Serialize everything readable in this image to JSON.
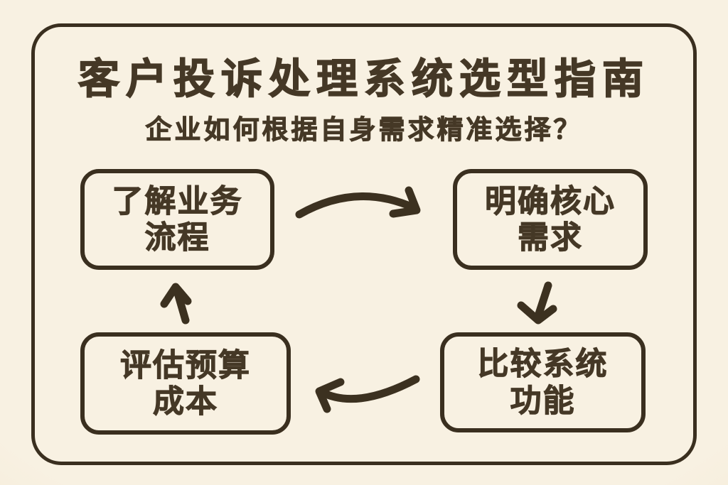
{
  "page": {
    "background_color": "#f6eedd",
    "ink_color": "#3c3120"
  },
  "header": {
    "title": "客户投诉处理系统选型指南",
    "subtitle": "企业如何根据自身需求精准选择？"
  },
  "flow": {
    "type": "cycle",
    "steps": [
      {
        "id": "understand-business-process",
        "line1": "了解业务",
        "line2": "流程"
      },
      {
        "id": "clarify-core-requirements",
        "line1": "明确核心",
        "line2": "需求"
      },
      {
        "id": "compare-system-features",
        "line1": "比较系统",
        "line2": "功能"
      },
      {
        "id": "evaluate-budget-cost",
        "line1": "评估预算",
        "line2": "成本"
      }
    ],
    "arrows": [
      {
        "from": "understand-business-process",
        "to": "clarify-core-requirements",
        "shape": "curved-right"
      },
      {
        "from": "clarify-core-requirements",
        "to": "compare-system-features",
        "shape": "straight-down"
      },
      {
        "from": "compare-system-features",
        "to": "evaluate-budget-cost",
        "shape": "curved-left"
      },
      {
        "from": "evaluate-budget-cost",
        "to": "understand-business-process",
        "shape": "straight-up"
      }
    ]
  }
}
